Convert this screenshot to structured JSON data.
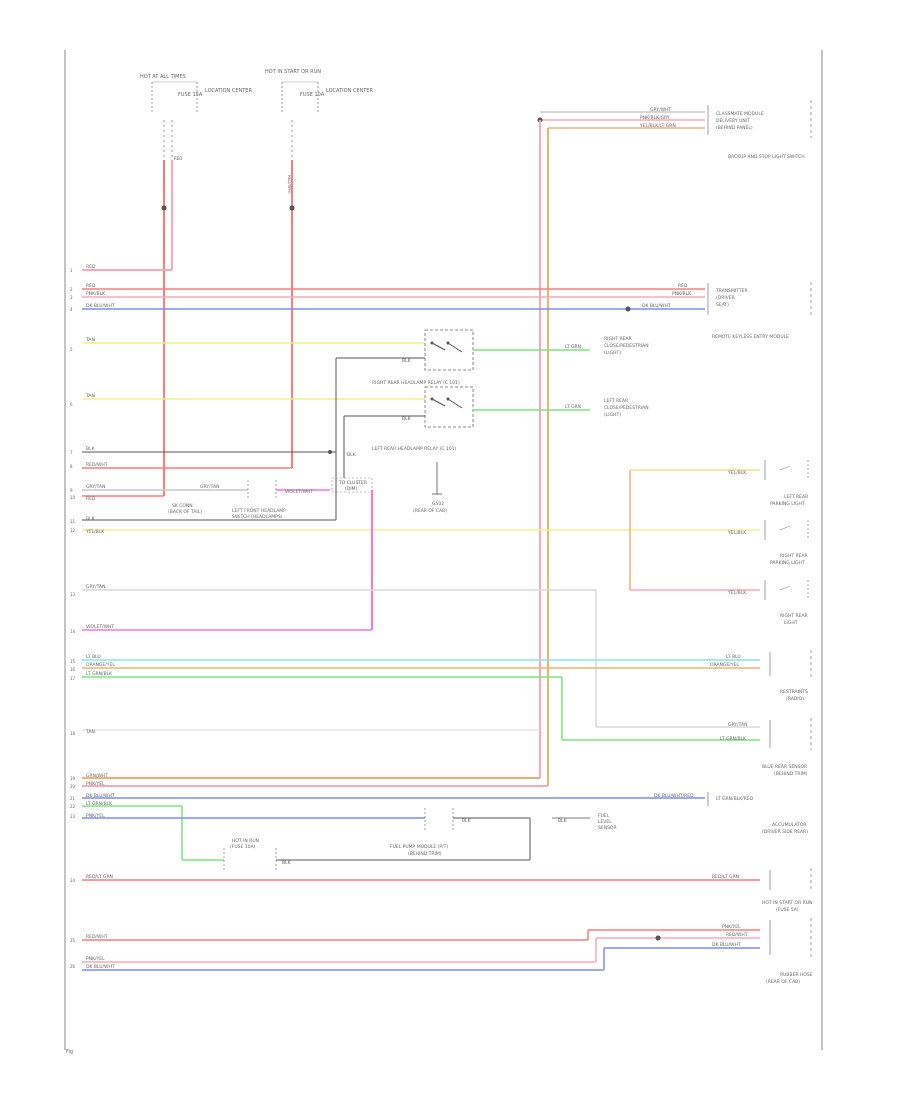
{
  "colors": {
    "red": "#ff7a7a",
    "pink": "#f8a8b8",
    "blue": "#7b8cff",
    "yellow": "#f2f08a",
    "green": "#7ae67a",
    "magenta": "#ee77ee",
    "orange": "#f2b070",
    "cyan": "#7ee8e8",
    "gray": "#555555",
    "lightgray": "#c8c8c8"
  },
  "footer": {
    "page_number": "Fig"
  },
  "top_switches": {
    "left": {
      "title": "HOT AT ALL TIMES",
      "fuse": "FUSE 15A",
      "location": "LOCATION CENTER",
      "wire": "RED"
    },
    "right": {
      "title": "HOT IN START OR RUN",
      "fuse": "FUSE 10A",
      "location": "LOCATION CENTER",
      "wire": "RED/WHT"
    }
  },
  "right_connector_1": {
    "wires": [
      "GRY/WHT",
      "PNK/BLK/GRY",
      "YEL/BLK/LT GRN"
    ],
    "labels": [
      "CLASSMATE MODULE",
      "DELIVERY UNIT",
      "(BEHIND PANEL)"
    ],
    "caption": "BACKUP AND STOP LIGHT SWITCH"
  },
  "bus_wires": {
    "left_labels": [
      "RED",
      "RED",
      "PNK/BLK",
      "DK BLU/WHT"
    ],
    "right_labels": [
      "RED",
      "PNK/BLK",
      "DK BLU/WHT"
    ],
    "module": [
      "TRANSMITTER",
      "(DRIVER",
      "SEAT)"
    ],
    "caption": "REMOTE KEYLESS ENTRY MODULE"
  },
  "left_pins": [
    "1",
    "2",
    "3",
    "4",
    "5",
    "6",
    "7",
    "8",
    "9",
    "10",
    "11",
    "12",
    "13",
    "14",
    "15",
    "16",
    "17",
    "18",
    "19",
    "20",
    "21",
    "22",
    "23",
    "24",
    "25",
    "26"
  ],
  "relays": {
    "upper": {
      "wire_in": "TAN",
      "wire_sw": "BLK",
      "wire_out": "LT GRN",
      "caption": [
        "RIGHT REAR",
        "CLOSE/PEDESTRIAN",
        "(LIGHT)"
      ]
    },
    "lower": {
      "wire_in": "TAN",
      "wire_sw": "BLK",
      "wire_out": "LT GRN",
      "caption": [
        "LEFT REAR",
        "CLOSE/PEDESTRIAN",
        "(LIGHT)"
      ]
    },
    "upper_title": "RIGHT REAR HEADLAMP RELAY (C 101)",
    "lower_title": "LEFT REAR HEADLAMP RELAY (C 101)",
    "ground": [
      "G502",
      "(REAR OF CAB)"
    ]
  },
  "mid_left": {
    "wires": [
      "BLK",
      "RED/WHT",
      "GRY/TAN",
      "RED",
      "BLK",
      "YEL/BLK"
    ],
    "connector_label": "GRY/TAN",
    "box": [
      "SK CONN",
      "(BACK OF TAIL)"
    ],
    "box_caption": [
      "LEFT FRONT HEADLAMP",
      "SWITCH (HEADLAMPS)"
    ],
    "violet_label": "VIOLET/WHT",
    "violet_box": [
      "TO CLUSTER",
      "(DIM)"
    ]
  },
  "right_lamps": {
    "wires": [
      "YEL/BLK",
      "YEL/BLK",
      "YEL/BLK"
    ],
    "captions": [
      [
        "LEFT REAR",
        "PARKING LIGHT"
      ],
      [
        "RIGHT REAR",
        "PARKING LIGHT"
      ],
      [
        "RIGHT REAR",
        "LIGHT"
      ]
    ]
  },
  "lower_left": {
    "wires": [
      "GRY/TAN",
      "VIOLET/WHT"
    ]
  },
  "cluster_group": {
    "left": [
      "LT BLU",
      "ORANGE/YEL",
      "LT GRN/BLK"
    ],
    "right": [
      "LT BLU",
      "ORANGE/YEL"
    ],
    "caption": [
      "RESTRAINTS",
      "(RADIO)"
    ]
  },
  "brake_group": {
    "left": "TAN",
    "right": [
      "GRY/TAN",
      "LT GRN/BLK"
    ],
    "caption": [
      "BLUE REAR SENSOR",
      "(BEHIND TRIM)"
    ]
  },
  "lower_bus": {
    "wires": [
      "GRN/WHT",
      "PNK/YEL",
      "DK BLU/WHT",
      "LT GRN/BLK",
      "PNK/YEL"
    ],
    "right_label": "DK BLU/WHT/RED",
    "right_text": "LT GRN/BLK/RED",
    "tail": "BLK",
    "tail_box": [
      "FUEL",
      "LEVEL",
      "SENSOR"
    ],
    "caption": [
      "ACCUMULATOR",
      "(DRIVER SIDE REAR)"
    ],
    "wire2": "BLK"
  },
  "fuel_pump": {
    "label": [
      "HOT IN RUN",
      "(FUSE 10A)"
    ],
    "box_text": [
      "FUEL PUMP MODULE (P/T)",
      "(BEHIND TRIM)"
    ],
    "wire": "BLK"
  },
  "violet_bottom": {
    "left": "RED/LT GRN",
    "right": "RED/LT GRN"
  },
  "bottom_group": {
    "left": [
      "RED/WHT",
      "PNK/YEL",
      "DK BLU/WHT"
    ],
    "right": [
      "PNK/YEL",
      "RED/WHT",
      "DK BLU/WHT"
    ],
    "caption_top": [
      "HOT IN START OR RUN",
      "(FUSE 5A)"
    ],
    "caption": [
      "RUBBER HOSE",
      "(REAR OF CAB)"
    ]
  }
}
